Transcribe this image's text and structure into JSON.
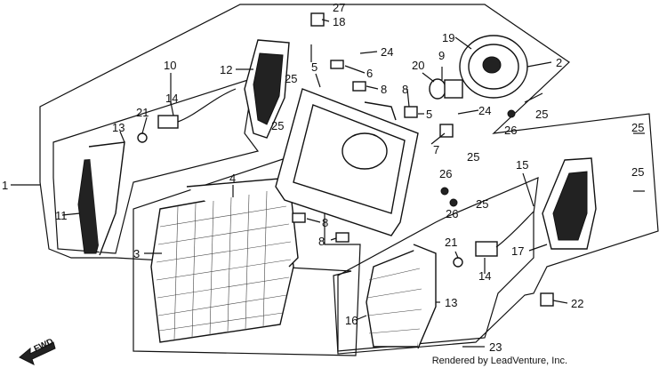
{
  "diagram": {
    "credit": "Rendered by LeadVenture, Inc.",
    "fwd_label": "FWD",
    "callouts": {
      "c1": "1",
      "c2": "2",
      "c3": "3",
      "c4": "4",
      "c5a": "5",
      "c5b": "5",
      "c6": "6",
      "c7": "7",
      "c8a": "8",
      "c8b": "8",
      "c8c": "8",
      "c8d": "8",
      "c9": "9",
      "c10": "10",
      "c11": "11",
      "c12": "12",
      "c13a": "13",
      "c13b": "13",
      "c14a": "14",
      "c14b": "14",
      "c15": "15",
      "c16": "16",
      "c17": "17",
      "c18": "18",
      "c19": "19",
      "c20": "20",
      "c21a": "21",
      "c21b": "21",
      "c22": "22",
      "c23": "23",
      "c24a": "24",
      "c24b": "24",
      "c25a": "25",
      "c25b": "25",
      "c25c": "25",
      "c25d": "25",
      "c25e": "25",
      "c25f": "25",
      "c25g": "25",
      "c26a": "26",
      "c26b": "26",
      "c26c": "26",
      "c27": "27"
    }
  }
}
